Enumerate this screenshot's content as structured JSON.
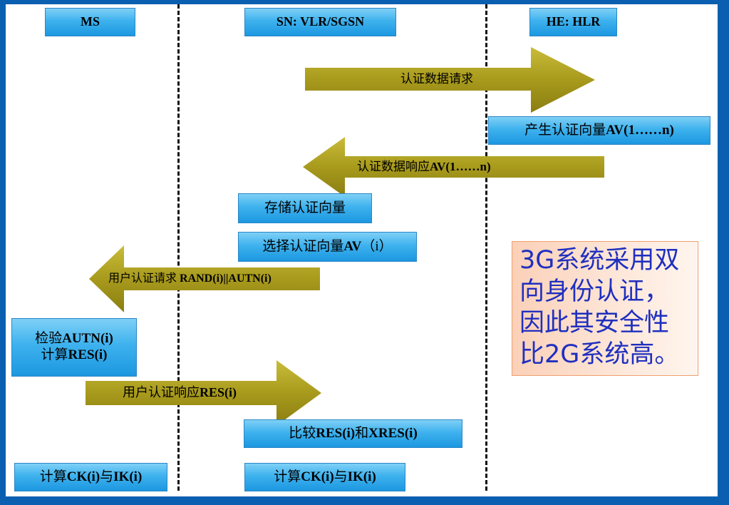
{
  "columns": {
    "ms": "MS",
    "sn": "SN: VLR/SGSN",
    "he": "HE: HLR"
  },
  "arrows": {
    "auth_data_request": "认证数据请求",
    "auth_data_response_text": "认证数据响应",
    "auth_data_response_bold": "AV(1……n)",
    "user_auth_request_text": "用户认证请求 ",
    "user_auth_request_bold": "RAND(i)||AUTN(i)",
    "user_auth_response_text": "用户认证响应",
    "user_auth_response_bold": "RES(i)"
  },
  "steps": {
    "generate_av_text": "产生认证向量",
    "generate_av_bold": "AV(1……n)",
    "store_av": "存储认证向量",
    "select_av_text": "选择认证向量",
    "select_av_bold": "AV",
    "select_av_tail": "（i）",
    "verify_autn_text": "检验",
    "verify_autn_bold": "AUTN(i)",
    "compute_res_text": "计算",
    "compute_res_bold": "RES(i)",
    "compare_text1": "比较",
    "compare_bold1": "RES(i)",
    "compare_text2": "和",
    "compare_bold2": "XRES(i)",
    "ck_ik_ms_text1": "计算",
    "ck_ik_ms_bold1": "CK(i)",
    "ck_ik_ms_text2": "与",
    "ck_ik_ms_bold2": "IK(i)",
    "ck_ik_sn_text1": "计算",
    "ck_ik_sn_bold1": "CK(i)",
    "ck_ik_sn_text2": "与",
    "ck_ik_sn_bold2": "IK(i)"
  },
  "note": {
    "line1": "3G系统采用双",
    "line2": "向身份认证，",
    "line3": "因此其安全性",
    "line4": "比2G系统高。"
  },
  "colors": {
    "background": "#0a5fb0",
    "arrow_fill": "#a89a1c",
    "box_fill": "#3eb2ee",
    "note_text": "#1f2fbf"
  }
}
